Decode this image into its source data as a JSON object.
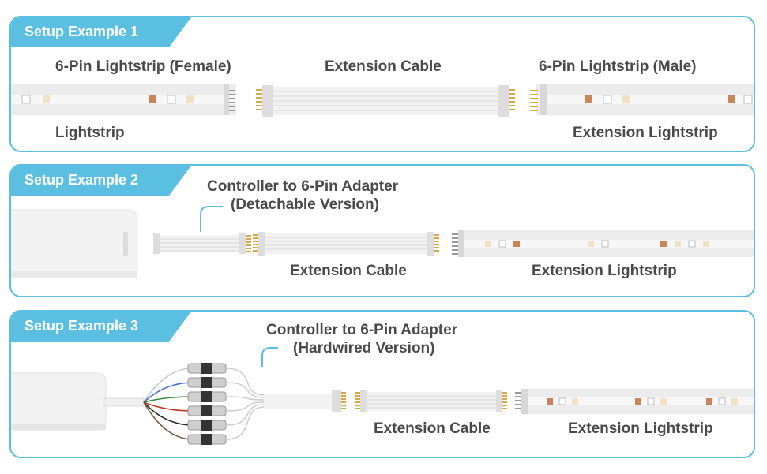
{
  "panels": [
    {
      "title": "Setup Example 1",
      "labels": {
        "female_strip": "6-Pin Lightstrip (Female)",
        "extension_cable": "Extension Cable",
        "male_strip": "6-Pin Lightstrip (Male)",
        "lightstrip": "Lightstrip",
        "extension_lightstrip": "Extension Lightstrip"
      }
    },
    {
      "title": "Setup Example 2",
      "labels": {
        "adapter_line1": "Controller to 6-Pin Adapter",
        "adapter_line2": "(Detachable Version)",
        "extension_cable": "Extension Cable",
        "extension_lightstrip": "Extension Lightstrip"
      }
    },
    {
      "title": "Setup Example 3",
      "labels": {
        "adapter_line1": "Controller to 6-Pin Adapter",
        "adapter_line2": "(Hardwired Version)",
        "extension_cable": "Extension Cable",
        "extension_lightstrip": "Extension Lightstrip"
      }
    }
  ],
  "colors": {
    "accent": "#5bbfe1",
    "label_text": "#4a4a4a",
    "strip_body": "#e8e8e8",
    "pin_gold": "#d4a94a",
    "led_warm": "#c9845a"
  },
  "wire_colors": [
    "#c8c8c8",
    "#3b6fd1",
    "#2e8b3a",
    "#c0392b",
    "#222222",
    "#7a5a3a"
  ]
}
